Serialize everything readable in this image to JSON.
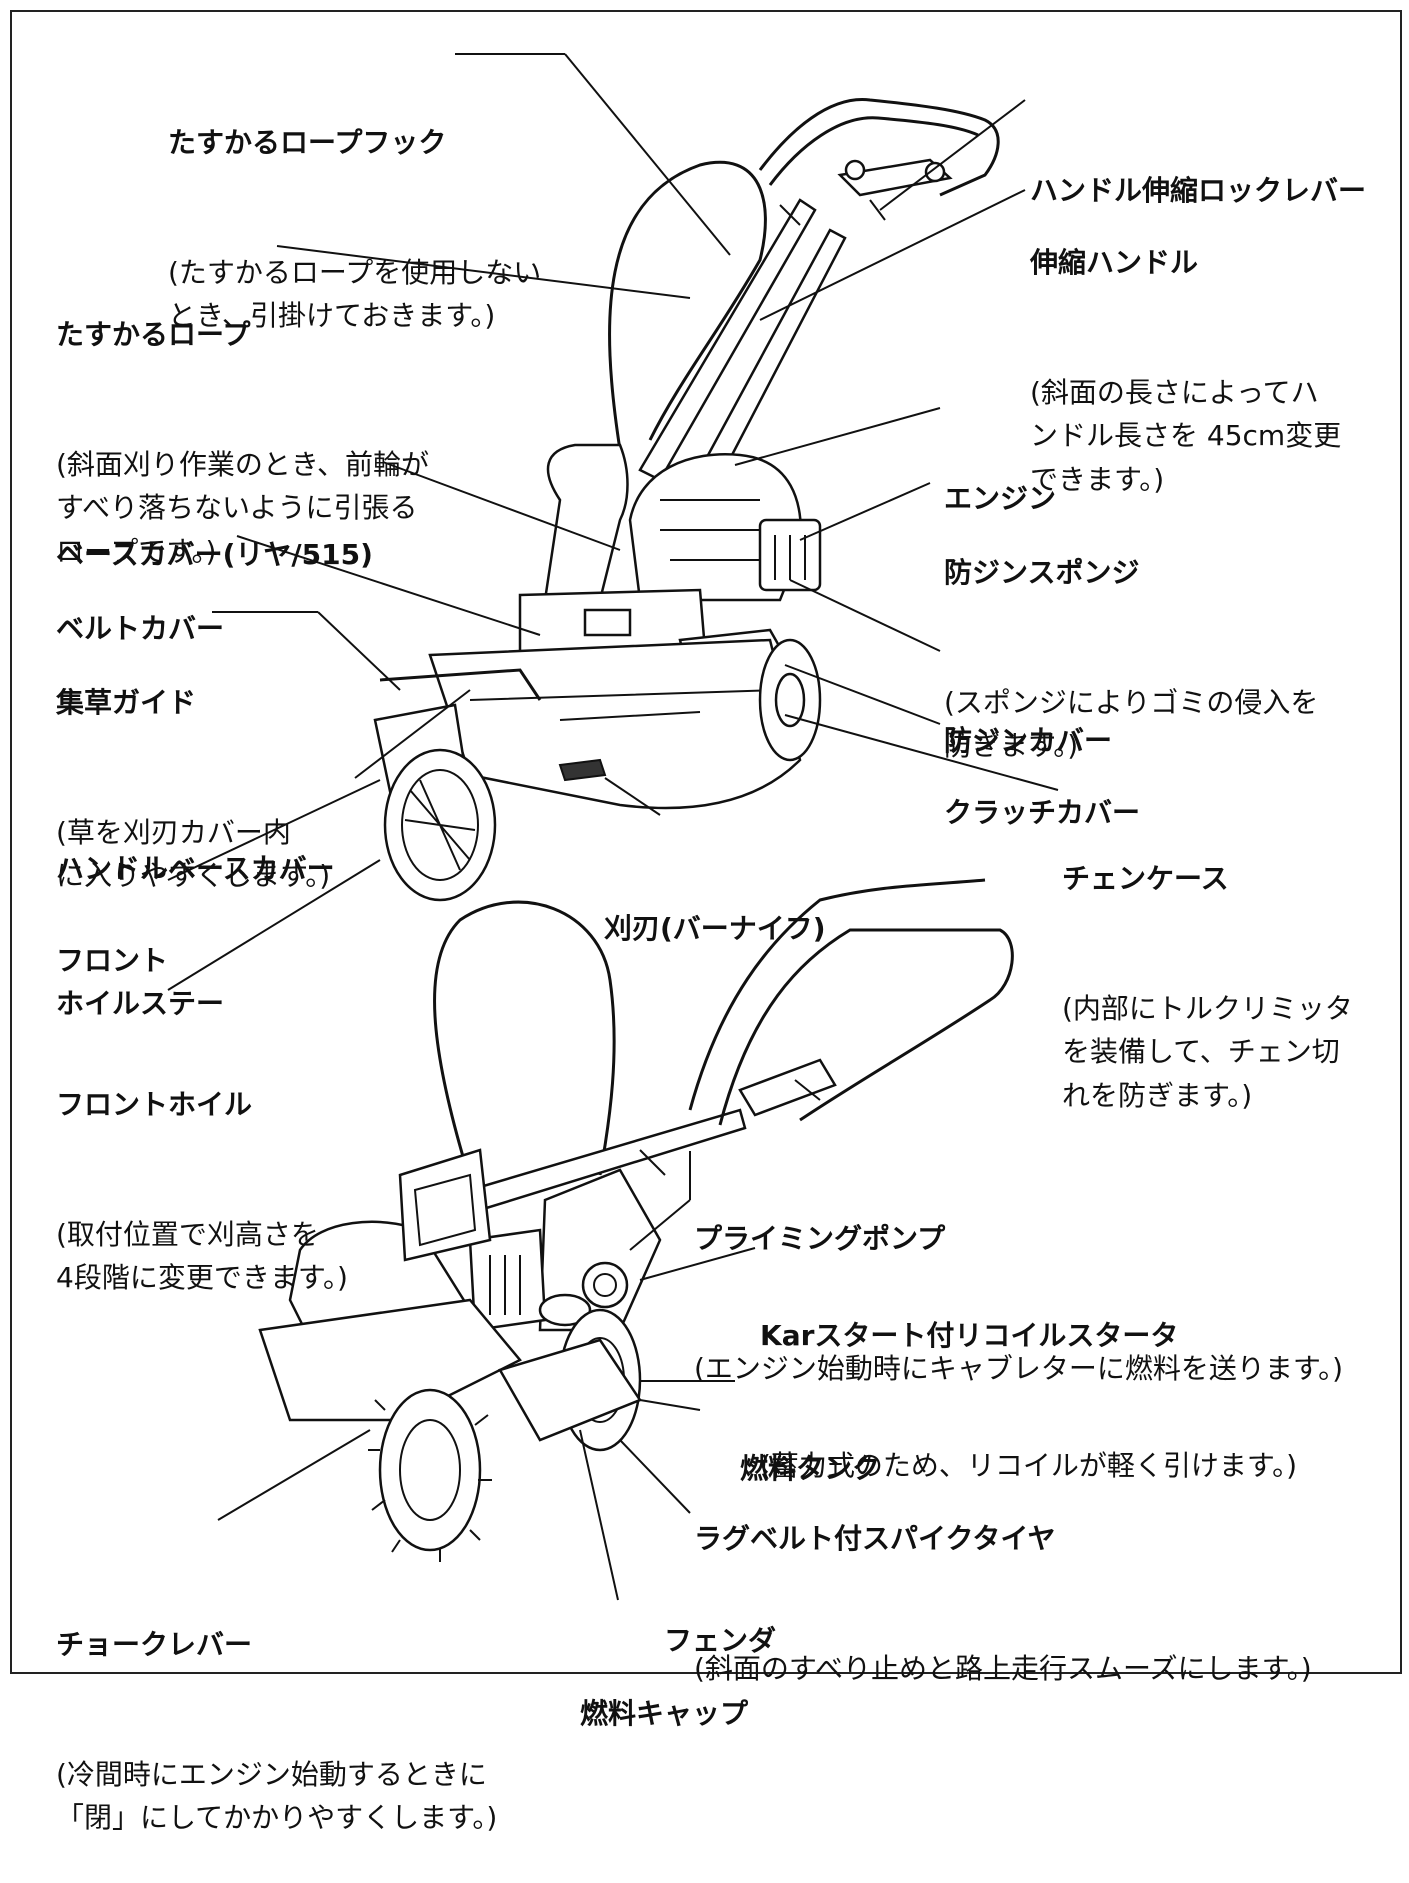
{
  "labels": {
    "rope_hook": {
      "title": "たすかるロープフック",
      "desc": "(たすかるロープを使用しない\nとき、引掛けておきます。)"
    },
    "rope": {
      "title": "たすかるロープ",
      "desc": "(斜面刈り作業のとき、前輪が\nすべり落ちないように引張る\nロープです。)"
    },
    "base_cover": {
      "title": "ベースカバー(リヤ/515)"
    },
    "belt_cover": {
      "title": "ベルトカバー"
    },
    "grass_guide": {
      "title": "集草ガイド",
      "desc": "(草を刈刃カバー内\nに入りやすくします。)"
    },
    "handle_base_cover": {
      "title": "ハンドルベースカバー"
    },
    "front_wheel_stay": {
      "title": "フロント\nホイルステー"
    },
    "front_wheel": {
      "title": "フロントホイル",
      "desc": "(取付位置で刈高さを\n4段階に変更できます。)"
    },
    "lock_lever": {
      "title": "ハンドル伸縮ロックレバー"
    },
    "telescopic_handle": {
      "title": "伸縮ハンドル",
      "desc": "(斜面の長さによってハ\nンドル長さを 45cm変更\nできます。)"
    },
    "engine": {
      "title": "エンジン"
    },
    "dust_sponge": {
      "title": "防ジンスポンジ",
      "desc": "(スポンジによりゴミの侵入を\n防ぎます。)"
    },
    "dust_cover": {
      "title": "防ジンカバー"
    },
    "clutch_cover": {
      "title": "クラッチカバー"
    },
    "chain_case": {
      "title": "チェンケース",
      "desc": "(内部にトルクリミッタ\nを装備して、チェン切\nれを防ぎます。)"
    },
    "blade": {
      "title": "刈刃(バーナイフ)"
    },
    "priming_pump": {
      "title": "プライミングポンプ",
      "desc": "(エンジン始動時にキャブレターに燃料を送ります。)"
    },
    "recoil_starter": {
      "title": "Karスタート付リコイルスタータ",
      "desc": "(蓄力式のため、リコイルが軽く引けます。)"
    },
    "fuel_tank": {
      "title": "燃料タンク"
    },
    "spike_tire": {
      "title": "ラグベルト付スパイクタイヤ",
      "desc": "(斜面のすべり止めと路上走行スムーズにします。)"
    },
    "fender": {
      "title": "フェンダ"
    },
    "choke_lever": {
      "title": "チョークレバー",
      "desc": "(冷間時にエンジン始動するときに\n「閉」にしてかかりやすくします。)"
    },
    "fuel_cap": {
      "title": "燃料キャップ"
    }
  },
  "icons": {
    "machine_top": "brush-cutter-front-view",
    "machine_bottom": "brush-cutter-rear-view"
  }
}
